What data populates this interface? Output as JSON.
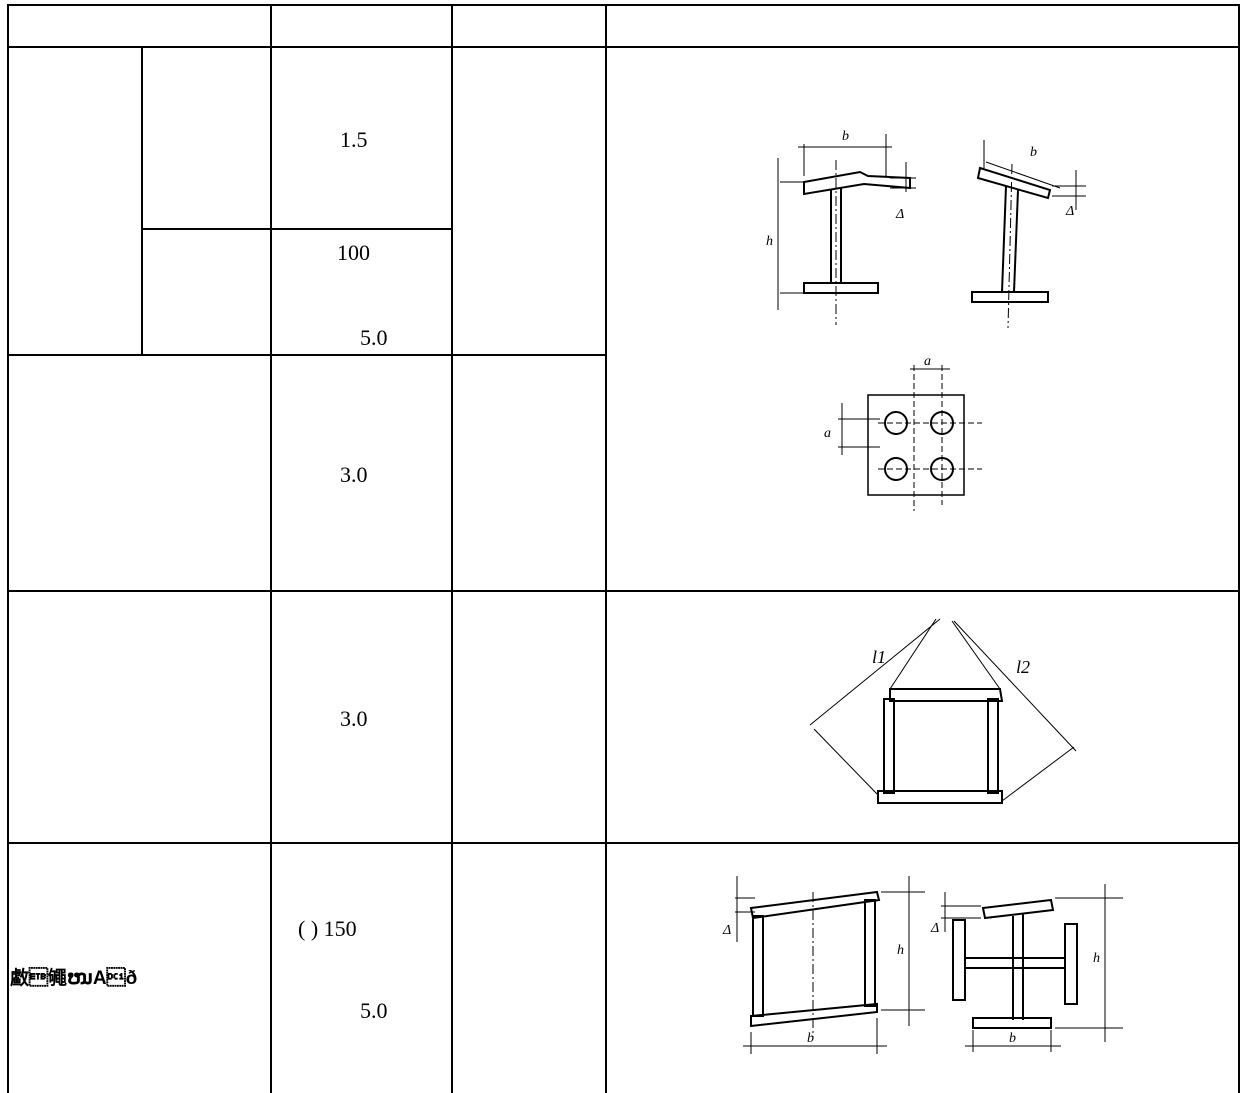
{
  "table": {
    "values": {
      "r1": "1.5",
      "r2a": "100",
      "r2b": "5.0",
      "r3": "3.0",
      "r4": "3.0",
      "r5a": "( )   150",
      "r5b": "5.0"
    },
    "row5_label": "䲣\u0017䵶ໜA\u0011ð"
  },
  "figures": {
    "ibeam_b": "b",
    "ibeam_h": "h",
    "ibeam_delta": "Δ",
    "holes_a": "a",
    "frame_l1": "l1",
    "frame_l2": "l2",
    "box_delta": "Δ",
    "box_h": "h",
    "box_b": "b"
  }
}
